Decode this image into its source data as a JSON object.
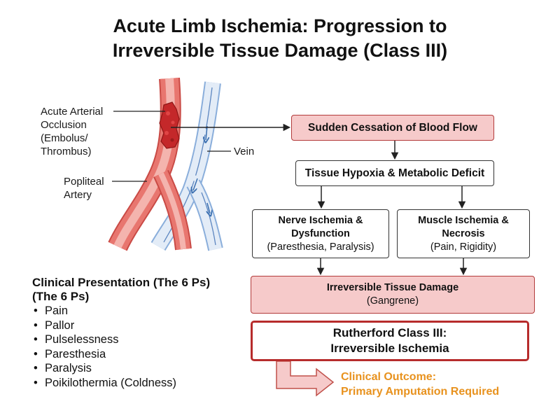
{
  "title": {
    "line1": "Acute Limb Ischemia: Progression to",
    "line2": "Irreversible Tissue Damage (Class III)"
  },
  "anatomy": {
    "occlusion_label": [
      "Acute Arterial",
      "Occlusion",
      "(Embolus/",
      "Thrombus)"
    ],
    "artery_label": [
      "Popliteal",
      "Artery"
    ],
    "vein_label": "Vein"
  },
  "flow": {
    "step1": "Sudden Cessation of Blood Flow",
    "step2": "Tissue Hypoxia & Metabolic Deficit",
    "nerve": {
      "title_line1": "Nerve Ischemia &",
      "title_line2": "Dysfunction",
      "detail": "(Paresthesia, Paralysis)"
    },
    "muscle": {
      "title_line1": "Muscle Ischemia &",
      "title_line2": "Necrosis",
      "detail": "(Pain, Rigidity)"
    },
    "damage": {
      "title": "Irreversible Tissue Damage",
      "detail": "(Gangrene)"
    },
    "rutherford": {
      "line1": "Rutherford Class III:",
      "line2": "Irreversible Ischemia"
    },
    "outcome": {
      "line1": "Clinical Outcome:",
      "line2": "Primary Amputation Required"
    }
  },
  "clinical": {
    "heading_line1": "Clinical Presentation (The 6 Ps)",
    "heading_line2": "(The 6 Ps)",
    "items": [
      "Pain",
      "Pallor",
      "Pulselessness",
      "Paresthesia",
      "Paralysis",
      "Poikilothermia (Coldness)"
    ]
  },
  "colors": {
    "artery": "#e0625c",
    "artery_light": "#f4b4ae",
    "vein": "#8aaedb",
    "vein_light": "#e3ecf7",
    "box_red_fill": "#f6caca",
    "box_red_border": "#b23a3a",
    "outcome_text": "#e8921e"
  }
}
